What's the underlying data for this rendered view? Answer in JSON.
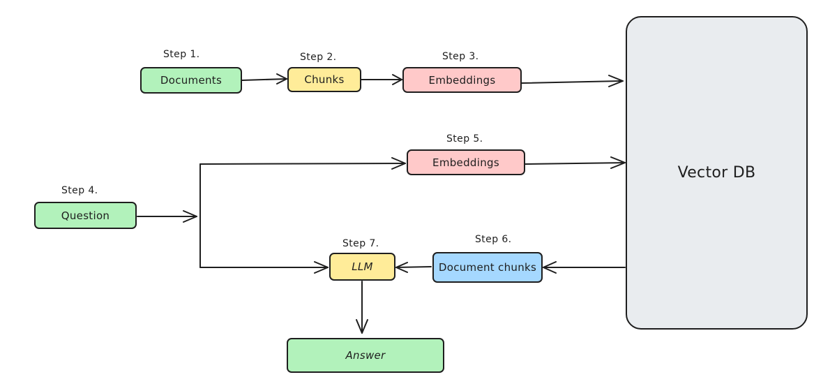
{
  "steps": {
    "s1": "Step 1.",
    "s2": "Step 2.",
    "s3": "Step 3.",
    "s4": "Step 4.",
    "s5": "Step 5.",
    "s6": "Step 6.",
    "s7": "Step 7."
  },
  "nodes": {
    "documents": "Documents",
    "chunks": "Chunks",
    "embeddings_top": "Embeddings",
    "embeddings_mid": "Embeddings",
    "question": "Question",
    "llm": "LLM",
    "document_chunks": "Document chunks",
    "answer": "Answer",
    "vector_db": "Vector DB"
  },
  "colors": {
    "green": "#b2f2bb",
    "yellow": "#ffec99",
    "pink": "#ffc9c9",
    "blue": "#a5d8ff",
    "grey": "#e9ecef",
    "stroke": "#1e1e1e"
  }
}
